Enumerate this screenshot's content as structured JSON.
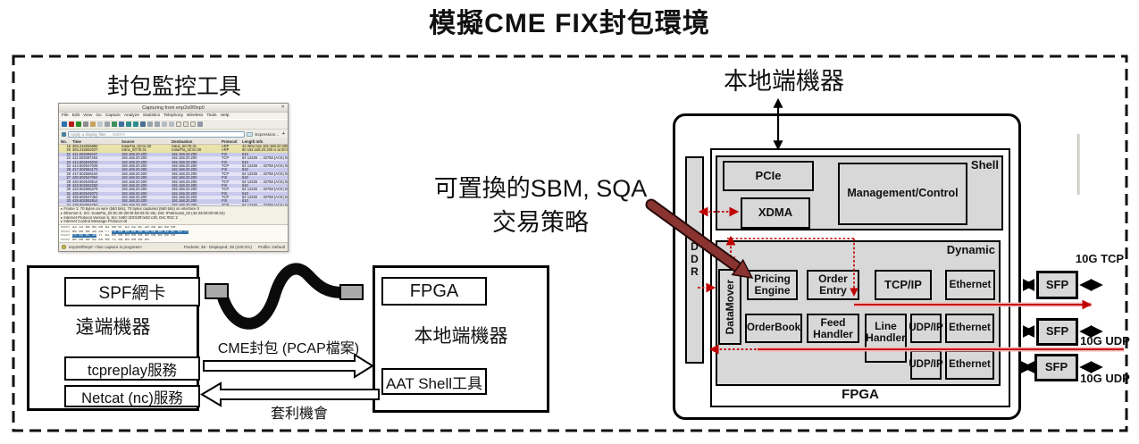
{
  "title": "模擬CME FIX封包環境",
  "annotations": {
    "monitor_tool": "封包監控工具",
    "host_label": "本地端機器",
    "strategy_line1": "可置換的SBM, SQA",
    "strategy_line2": "交易策略",
    "cme_packet_label": "CME封包 (PCAP檔案)",
    "arbitrage_label": "套利機會"
  },
  "remote_machine": {
    "name": "遠端機器",
    "nic": "SPF網卡",
    "service1": "tcpreplay服務",
    "service2": "Netcat (nc)服務"
  },
  "local_machine": {
    "name": "本地端機器",
    "card": "FPGA",
    "tool": "AAT Shell工具"
  },
  "fpga_card": {
    "card_label": "FPGA",
    "region_shell": "Shell",
    "region_dynamic": "Dynamic",
    "ddr": "DDR",
    "blocks": {
      "pcie": "PCIe",
      "xdma": "XDMA",
      "mgmt": "Management/Control",
      "datamover": "DataMover",
      "pricing": "Pricing Engine",
      "order_entry": "Order Entry",
      "tcpip": "TCP/IP",
      "eth1": "Ethernet",
      "orderbook": "OrderBook",
      "feed": "Feed Handler",
      "line": "Line Handler",
      "udpip2": "UDP/IP",
      "eth2": "Ethernet",
      "udpip3": "UDP/IP",
      "eth3": "Ethernet"
    },
    "sfp1": "SFP",
    "sfp2": "SFP",
    "sfp3": "SFP",
    "port1": "10G TCP",
    "port2": "10G UDP",
    "port3": "10G UDP"
  },
  "wireshark": {
    "window_title": "Capturing from enp2s0f0np0",
    "close_glyph": "✕",
    "menu": [
      "File",
      "Edit",
      "View",
      "Go",
      "Capture",
      "Analyze",
      "Statistics",
      "Telephony",
      "Wireless",
      "Tools",
      "Help"
    ],
    "toolbar_icons": [
      {
        "name": "start-capture"
      },
      {
        "name": "stop-capture"
      },
      {
        "name": "restart-capture"
      },
      {
        "name": "capture-options"
      },
      {
        "name": "open-file"
      },
      {
        "name": "save"
      },
      {
        "name": "close-capture"
      },
      {
        "name": "reload"
      },
      {
        "name": "find-packet"
      },
      {
        "name": "go-back"
      },
      {
        "name": "go-forward"
      },
      {
        "name": "go-to-packet"
      },
      {
        "name": "first-packet"
      },
      {
        "name": "last-packet"
      },
      {
        "name": "auto-scroll"
      },
      {
        "name": "colorize"
      },
      {
        "name": "zoom-in"
      },
      {
        "name": "zoom-out"
      },
      {
        "name": "zoom-100"
      },
      {
        "name": "resize-columns"
      }
    ],
    "filter_placeholder": "Apply a display filter ... <Ctrl-/>",
    "expression_label": "Expression…",
    "plus_label": "+",
    "columns": [
      "No.",
      "Time",
      "Source",
      "Destination",
      "Protocol",
      "Length Info"
    ],
    "rows": [
      {
        "no": "19",
        "time": "383.215056890",
        "src": "SolarFla_02:0c:30",
        "dst": "Xilinx_00:7b:31",
        "proto": "ARP",
        "info": "42 Who has 192.168.20.200? Tell 192.168.2…"
      },
      {
        "no": "20",
        "time": "383.215062027",
        "src": "Xilinx_00:7b:31",
        "dst": "SolarFla_02:0c:30",
        "proto": "ARP",
        "info": "60 192.168.20.200 is at 00:0a:35:00:7b:31"
      },
      {
        "no": "21",
        "time": "411.502694627",
        "src": "192.168.20.200",
        "dst": "192.168.20.200",
        "proto": "FIX",
        "info": "510"
      },
      {
        "no": "22",
        "time": "411.502697453",
        "src": "192.168.20.200",
        "dst": "192.168.20.200",
        "proto": "TCP",
        "info": "54 12345 → 32768 [ACK] Seq=1 Ack=257 Win…"
      },
      {
        "no": "23",
        "time": "414.502545034",
        "src": "192.168.20.200",
        "dst": "192.168.20.200",
        "proto": "FIX",
        "info": "510"
      },
      {
        "no": "24",
        "time": "414.502547025",
        "src": "192.168.20.200",
        "dst": "192.168.20.200",
        "proto": "TCP",
        "info": "54 12345 → 32768 [ACK] Seq=1 Ack=513 Win…"
      },
      {
        "no": "25",
        "time": "417.502554172",
        "src": "192.168.20.200",
        "dst": "192.168.20.200",
        "proto": "FIX",
        "info": "510"
      },
      {
        "no": "26",
        "time": "417.502556164",
        "src": "192.168.20.200",
        "dst": "192.168.20.200",
        "proto": "TCP",
        "info": "54 12345 → 32768 [ACK] Seq=1 Ack=769 Win…"
      },
      {
        "no": "27",
        "time": "420.502547064",
        "src": "192.168.20.200",
        "dst": "192.168.20.200",
        "proto": "FIX",
        "info": "510"
      },
      {
        "no": "28",
        "time": "420.502549514",
        "src": "192.168.20.200",
        "dst": "192.168.20.200",
        "proto": "TCP",
        "info": "54 12345 → 32768 [ACK] Seq=1 Ack=1025 Win…"
      },
      {
        "no": "29",
        "time": "423.502553250",
        "src": "192.168.20.200",
        "dst": "192.168.20.200",
        "proto": "FIX",
        "info": "510"
      },
      {
        "no": "30",
        "time": "423.502555379",
        "src": "192.168.20.200",
        "dst": "192.168.20.200",
        "proto": "TCP",
        "info": "54 12345 → 32768 [ACK] Seq=1 Ack=1281 Win…"
      },
      {
        "no": "31",
        "time": "426.502545073",
        "src": "192.168.20.200",
        "dst": "192.168.20.200",
        "proto": "FIX",
        "info": "510"
      },
      {
        "no": "32",
        "time": "426.502547464",
        "src": "192.168.20.200",
        "dst": "192.168.20.200",
        "proto": "TCP",
        "info": "54 12345 → 32768 [ACK] Seq=1 Ack=1537 Win…"
      },
      {
        "no": "33",
        "time": "429.502552914",
        "src": "192.168.20.200",
        "dst": "192.168.20.200",
        "proto": "FIX",
        "info": "510"
      },
      {
        "no": "34",
        "time": "429.502554750",
        "src": "192.168.20.200",
        "dst": "192.168.20.200",
        "proto": "TCP",
        "info": "54 12345 → 32768 [ACK] Seq=1 Ack=1793 Win…"
      }
    ],
    "details": [
      "Frame 1: 70 bytes on wire (560 bits), 70 bytes captured (560 bits) on interface 0",
      "Ethernet II, Src: SolarFla_02:0c:30 (00:0f:53:02:0c:30), Dst: IPv6mcast_02 (33:33:00:00:00:02)",
      "Internet Protocol Version 6, Src: fe80::20f:53ff:fe02:c30, Dst: ff02::2",
      "Internet Control Message Protocol v6"
    ],
    "hex_rows": [
      {
        "off": "0000",
        "pre": "33 33 00 00 00 02 00 0f  53 02 0c 30 86 dd 60 00",
        "hl": "",
        "post": ""
      },
      {
        "off": "0010",
        "pre": "00 00 00 10 3a ff ",
        "hl": "fe 80 00 00 00 00 00 00  02 0f 53 ff",
        "post": ""
      },
      {
        "off": "0020",
        "pre": "",
        "hl": "fe 02 0c 30",
        "post": "  ff 02 00 00 00 00 00 00  00 00 00 00"
      },
      {
        "off": "0030",
        "pre": "00 00 00 02 85 00 7c 6a  00 00 00 00",
        "hl": "",
        "post": ""
      }
    ],
    "status_left": "enp2s0f0np0: <live capture in progress>",
    "status_packets": "Packets: 39 · Displayed: 39 (100.0%)",
    "status_profile": "Profile: Default"
  },
  "colors": {
    "accent_red": "#c00000",
    "pale_red": "#f3b8b8",
    "maroon_arrow": "#8a3431",
    "block_gray": "#d8d8d8",
    "hex_highlight_blue": "#3272a8"
  }
}
